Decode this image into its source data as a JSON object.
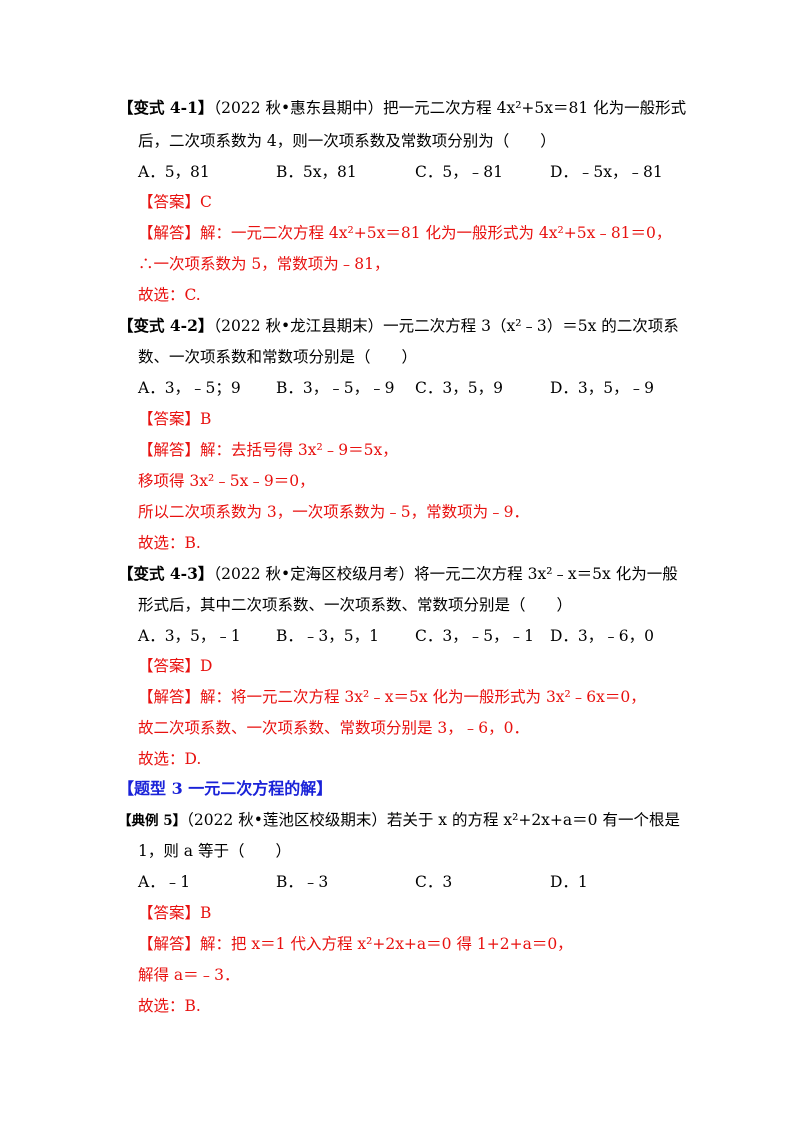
{
  "v41": {
    "tag": "【变式 4-1】",
    "l1": "（2022 秋•惠东县期中）把一元二次方程 4x²+5x＝81 化为一般形式",
    "l2": "后，二次项系数为 4，则一次项系数及常数项分别为（　　）",
    "opts": [
      "A．5，81",
      "B．5x，81",
      "C．5，﹣81",
      "D．﹣5x，﹣81"
    ],
    "ans": "【答案】C",
    "s1": "【解答】解：一元二次方程 4x²+5x＝81 化为一般形式为 4x²+5x﹣81＝0，",
    "s2": "∴一次项系数为 5，常数项为﹣81，",
    "s3": "故选：C."
  },
  "v42": {
    "tag": "【变式 4-2】",
    "l1": "（2022 秋•龙江县期末）一元二次方程 3（x²﹣3）＝5x 的二次项系",
    "l2": "数、一次项系数和常数项分别是（　　）",
    "opts": [
      "A．3，﹣5；9",
      "B．3，﹣5，﹣9",
      "C．3，5，9",
      "D．3，5，﹣9"
    ],
    "ans": "【答案】B",
    "s1": "【解答】解：去括号得 3x²﹣9＝5x，",
    "s2": "移项得 3x²﹣5x﹣9＝0，",
    "s3": "所以二次项系数为 3，一次项系数为﹣5，常数项为﹣9．",
    "s4": "故选：B."
  },
  "v43": {
    "tag": "【变式 4-3】",
    "l1": "（2022 秋•定海区校级月考）将一元二次方程 3x²﹣x＝5x 化为一般",
    "l2": "形式后，其中二次项系数、一次项系数、常数项分别是（　　）",
    "opts": [
      "A．3，5，﹣1",
      "B．﹣3，5，1",
      "C．3，﹣5，﹣1",
      "D．3，﹣6，0"
    ],
    "ans": "【答案】D",
    "s1": "【解答】解：将一元二次方程 3x²﹣x＝5x 化为一般形式为 3x²﹣6x＝0，",
    "s2": "故二次项系数、一次项系数、常数项分别是 3，﹣6，0．",
    "s3": "故选：D."
  },
  "section": "【题型 3  一元二次方程的解】",
  "d5": {
    "tag": "【典例 5】",
    "l1": "（2022 秋•莲池区校级期末）若关于 x 的方程 x²+2x+a＝0 有一个根是",
    "l2": "1，则 a 等于（　　）",
    "opts": [
      "A．﹣1",
      "B．﹣3",
      "C．3",
      "D．1"
    ],
    "ans": "【答案】B",
    "s1": "【解答】解：把 x＝1 代入方程 x²+2x+a＝0 得 1+2+a＝0，",
    "s2": "解得 a＝﹣3．",
    "s3": "故选：B."
  }
}
